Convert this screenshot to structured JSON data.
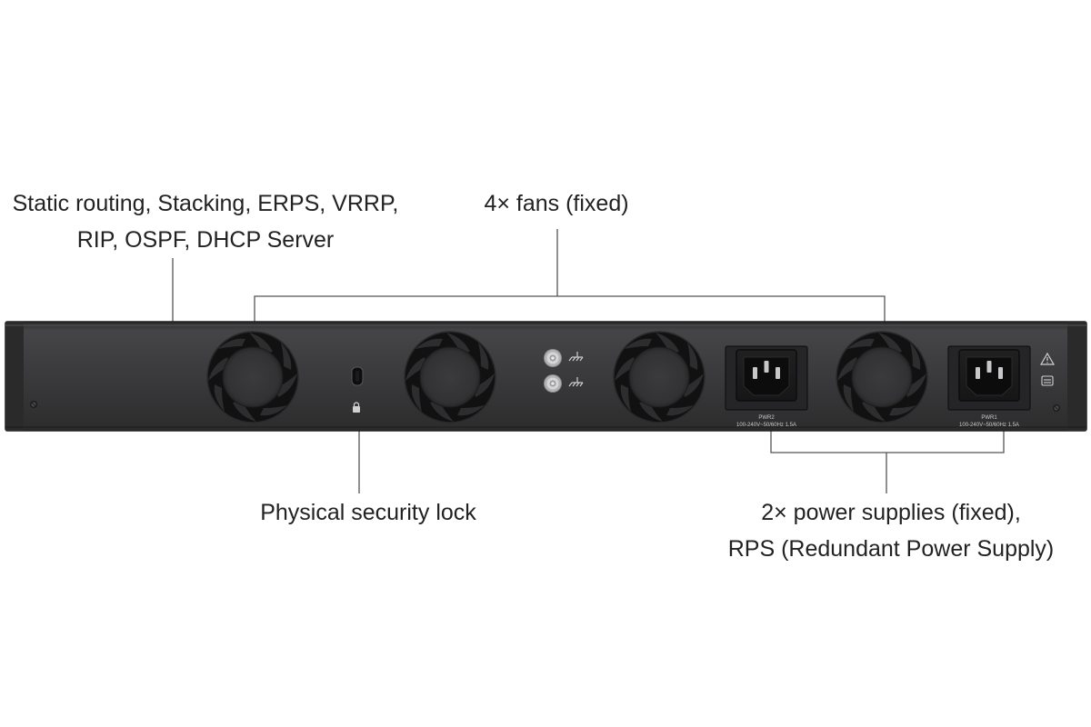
{
  "callouts": {
    "features": {
      "line1": "Static routing, Stacking, ERPS, VRRP,",
      "line2": "RIP, OSPF, DHCP Server"
    },
    "fans": {
      "text": "4× fans (fixed)"
    },
    "security_lock": {
      "text": "Physical security lock"
    },
    "power": {
      "line1": "2× power supplies (fixed),",
      "line2": "RPS (Redundant Power Supply)"
    }
  },
  "device": {
    "pwr2": {
      "name": "PWR2",
      "rating": "100-240V~50/60Hz 1.5A"
    },
    "pwr1": {
      "name": "PWR1",
      "rating": "100-240V~50/60Hz 1.5A"
    }
  },
  "colors": {
    "chassis": "#3a3a3c",
    "chassis_edge": "#1e1e1f",
    "fan_grille": "#141414",
    "callout_line": "#555555",
    "text": "#222222"
  },
  "icons": [
    "fan-icon",
    "lock-slot-icon",
    "ground-icon",
    "warning-icon",
    "power-socket-icon"
  ]
}
